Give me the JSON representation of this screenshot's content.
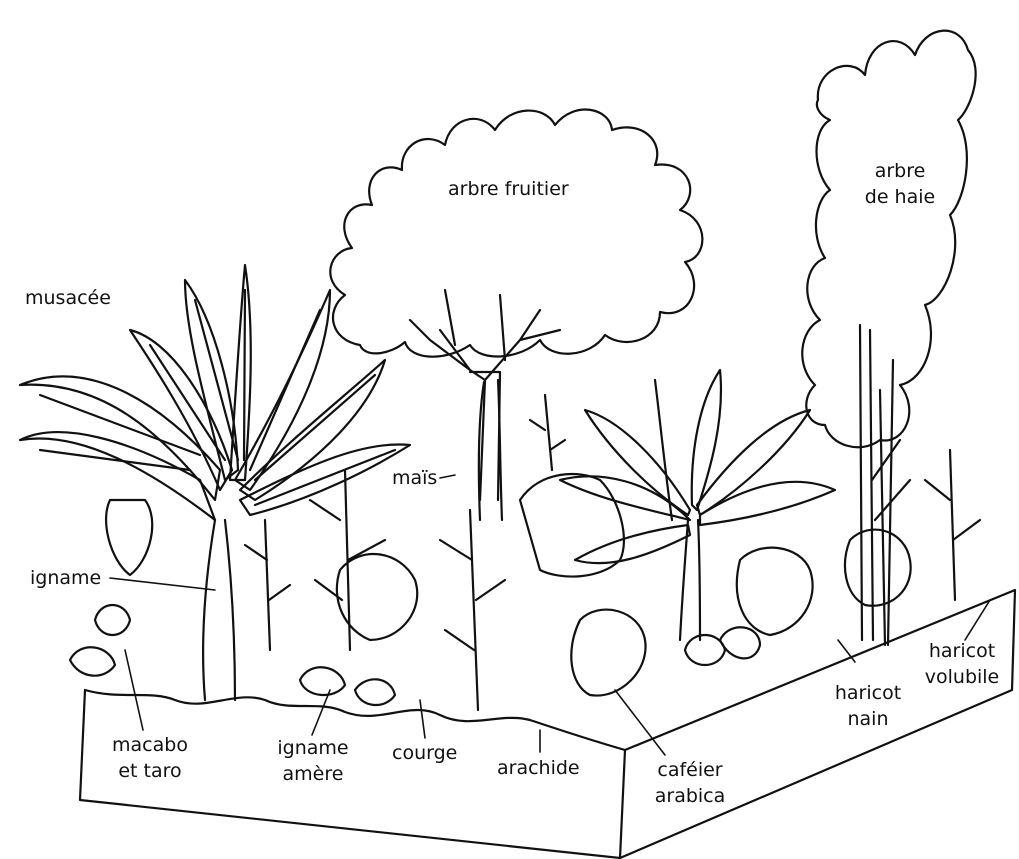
{
  "colors": {
    "ink": "#111111",
    "paper": "#ffffff"
  },
  "labels": {
    "arbre_fruitier": "arbre fruitier",
    "arbre_de_haie_1": "arbre",
    "arbre_de_haie_2": "de haie",
    "musacee": "musacée",
    "mais": "maïs",
    "igname": "igname",
    "macabo_1": "macabo",
    "macabo_2": "et taro",
    "igname_amere_1": "igname",
    "igname_amere_2": "amère",
    "courge": "courge",
    "arachide": "arachide",
    "cafeier_1": "caféier",
    "cafeier_2": "arabica",
    "haricot_nain_1": "haricot",
    "haricot_nain_2": "nain",
    "haricot_volubile_1": "haricot",
    "haricot_volubile_2": "volubile"
  }
}
